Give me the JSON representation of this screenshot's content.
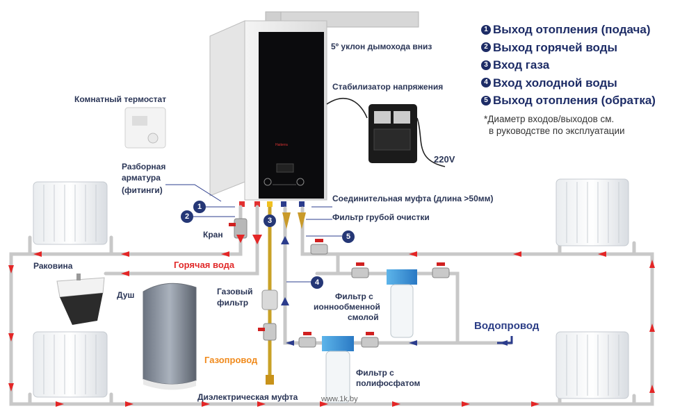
{
  "legend": [
    {
      "num": "1",
      "label": "Выход отопления (подача)"
    },
    {
      "num": "2",
      "label": "Выход горячей воды"
    },
    {
      "num": "3",
      "label": "Вход газа"
    },
    {
      "num": "4",
      "label": "Вход холодной воды"
    },
    {
      "num": "5",
      "label": "Выход отопления (обратка)"
    }
  ],
  "note": [
    "*Диаметр входов/выходов см.",
    "в руководстве по эксплуатации"
  ],
  "labels": {
    "chimney_slope": "5º уклон дымохода вниз",
    "stabilizer": "Стабилизатор напряжения",
    "voltage": "220V",
    "thermostat": "Комнатный термостат",
    "fittings_1": "Разборная",
    "fittings_2": "арматура",
    "fittings_3": "(фитинги)",
    "coupling": "Соединительная муфта (длина >50мм)",
    "coarse_filter": "Фильтр грубой очистки",
    "valve": "Кран",
    "sink": "Раковина",
    "hot_water": "Горячая вода",
    "shower": "Душ",
    "gas_filter_1": "Газовый",
    "gas_filter_2": "фильтр",
    "gas_pipe": "Газопровод",
    "ion_filter_1": "Фильтр с",
    "ion_filter_2": "ионнообменной",
    "ion_filter_3": "смолой",
    "water_supply": "Водопровод",
    "poly_filter_1": "Фильтр с",
    "poly_filter_2": "полифосфатом",
    "dielectric": "Диэлектрическая муфта",
    "watermark": "www.1k.by",
    "boiler_brand": "Haiterra"
  },
  "badges": [
    "1",
    "2",
    "3",
    "4",
    "5"
  ],
  "colors": {
    "hot_arrow": "#e32626",
    "cold_arrow": "#2b3c8c",
    "pipe": "#c8c8c8",
    "gas_pipe": "#c9a227",
    "legend_text": "#1d2c66"
  }
}
